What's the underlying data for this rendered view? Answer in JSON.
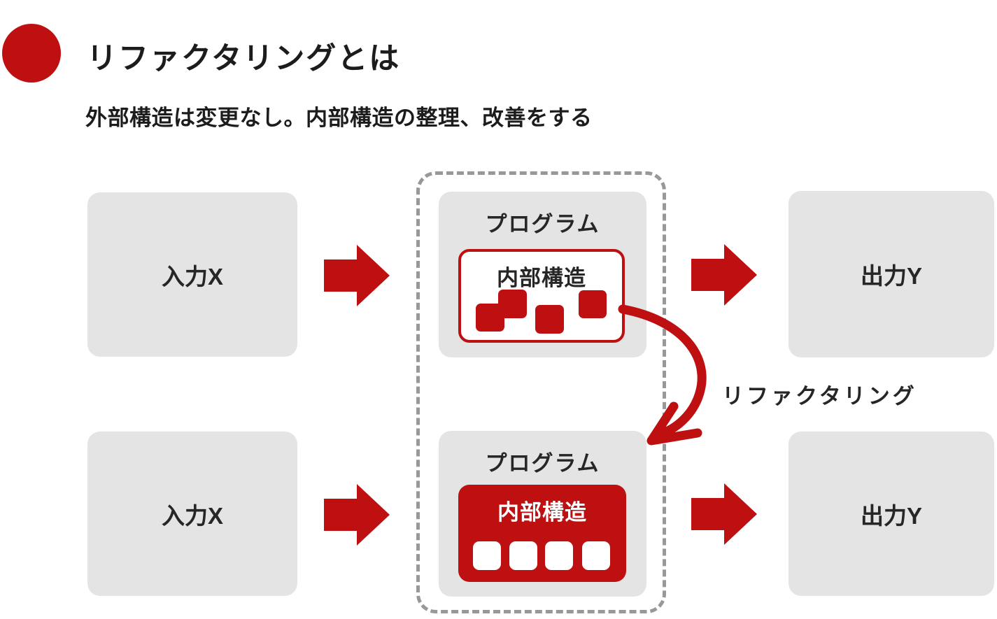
{
  "palette": {
    "red": "#BE1010",
    "gray": "#E4E4E4",
    "dash": "#989898",
    "text": "#262626"
  },
  "header": {
    "title": "リファクタリングとは",
    "subtitle": "外部構造は変更なし。内部構造の整理、改善をする"
  },
  "flow_top": {
    "input": "入力X",
    "program": "プログラム",
    "internal": "内部構造",
    "output": "出力Y"
  },
  "flow_bottom": {
    "input": "入力X",
    "program": "プログラム",
    "internal": "内部構造",
    "output": "出力Y"
  },
  "refactoring_label": "リファクタリング"
}
